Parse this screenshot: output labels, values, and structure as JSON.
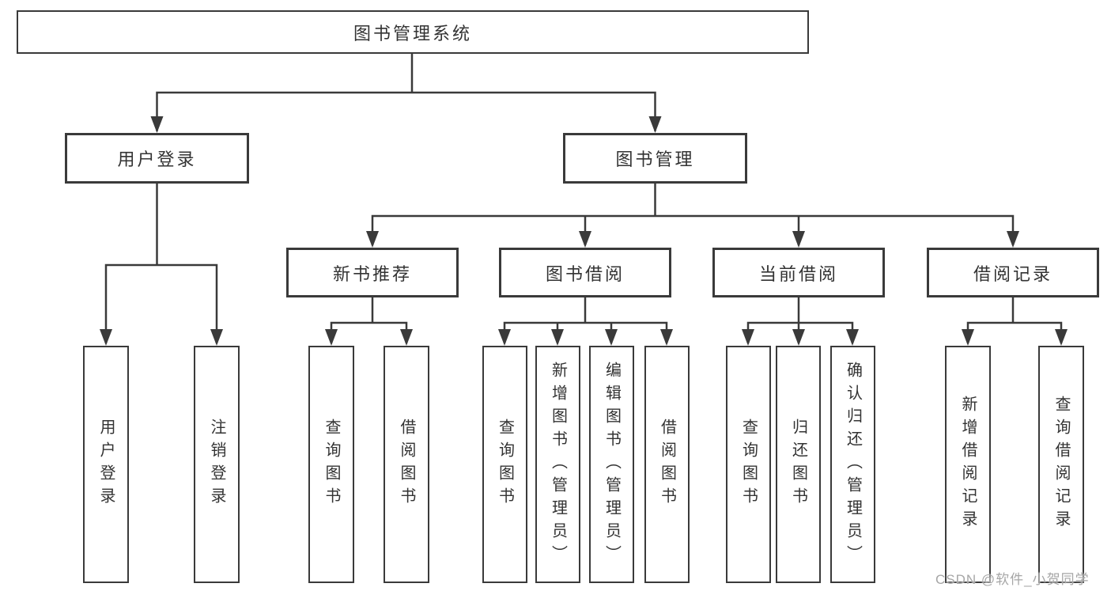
{
  "tree": {
    "root": "图书管理系统",
    "user_login": {
      "label": "用户登录",
      "children": [
        "用户登录",
        "注销登录"
      ]
    },
    "book_mgmt": {
      "label": "图书管理",
      "groups": [
        {
          "label": "新书推荐",
          "children": [
            "查询图书",
            "借阅图书"
          ]
        },
        {
          "label": "图书借阅",
          "children": [
            "查询图书",
            "新增图书（管理员）",
            "编辑图书（管理员）",
            "借阅图书"
          ]
        },
        {
          "label": "当前借阅",
          "children": [
            "查询图书",
            "归还图书",
            "确认归还（管理员）"
          ]
        },
        {
          "label": "借阅记录",
          "children": [
            "新增借阅记录",
            "查询借阅记录"
          ]
        }
      ]
    }
  },
  "watermark": "CSDN @软件_小贺同学",
  "colors": {
    "line": "#3a3a3a",
    "text": "#333333",
    "watermark": "#a6a6a6"
  }
}
